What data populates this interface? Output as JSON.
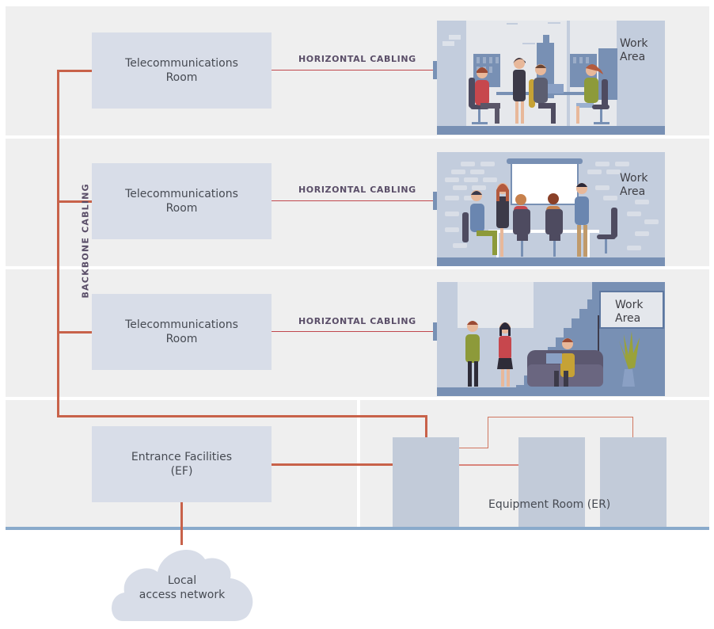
{
  "diagram": {
    "backbone_label": "BACKBONE CABLING",
    "floors": [
      {
        "room_line1": "Telecommunications",
        "room_line2": "Room",
        "cabling_label": "HORIZONTAL CABLING",
        "work_area_line1": "Work",
        "work_area_line2": "Area",
        "scene": "meeting-table-scene"
      },
      {
        "room_line1": "Telecommunications",
        "room_line2": "Room",
        "cabling_label": "HORIZONTAL CABLING",
        "work_area_line1": "Work",
        "work_area_line2": "Area",
        "scene": "presentation-scene"
      },
      {
        "room_line1": "Telecommunications",
        "room_line2": "Room",
        "cabling_label": "HORIZONTAL CABLING",
        "work_area_line1": "Work",
        "work_area_line2": "Area",
        "scene": "lounge-scene"
      }
    ],
    "entrance": {
      "line1": "Entrance Facilities",
      "line2": "(EF)"
    },
    "equipment_room": {
      "label": "Equipment Room (ER)"
    },
    "cloud": {
      "line1": "Local",
      "line2": "access network"
    },
    "colors": {
      "panel": "#efefef",
      "room_box": "#d8dde8",
      "cable": "#c8624a",
      "horizontal_line": "#c0474d",
      "ground_line": "#8aaacb",
      "equipment_box": "#c2cbd9",
      "work_area_bg": "#c3cddd",
      "work_area_floor": "#7890b4"
    }
  }
}
